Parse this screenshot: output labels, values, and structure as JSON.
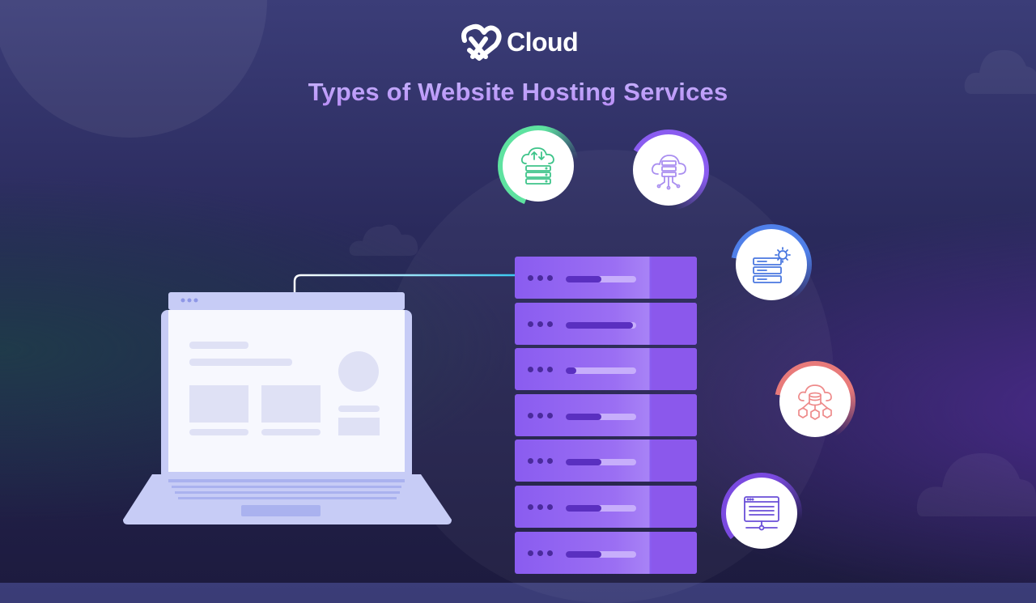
{
  "brand": {
    "logo_text": "Cloud",
    "logo_icon": "xcloud-logo-icon"
  },
  "title": "Types of Website Hosting Services",
  "hosting_icons": [
    {
      "icon": "cloud-upload-download-server-icon",
      "ring_color": "#5ee2a0",
      "glyph_color": "#3ec48a"
    },
    {
      "icon": "cloud-server-network-icon",
      "ring_color": "#8a5cf0",
      "glyph_color": "#a98ef0"
    },
    {
      "icon": "server-gear-icon",
      "ring_color": "#4f7fe8",
      "glyph_color": "#4a78e0"
    },
    {
      "icon": "cloud-database-distributed-icon",
      "ring_color": "#e87a7a",
      "glyph_color": "#ee8a8a"
    },
    {
      "icon": "web-server-network-icon",
      "ring_color": "#7a4ae0",
      "glyph_color": "#6a4fd8"
    }
  ],
  "server_units": [
    {
      "slot_fill": 0.5
    },
    {
      "slot_fill": 0.95
    },
    {
      "slot_fill": 0.15
    },
    {
      "slot_fill": 0.5
    },
    {
      "slot_fill": 0.5
    },
    {
      "slot_fill": 0.5
    },
    {
      "slot_fill": 0.5
    }
  ],
  "colors": {
    "server": "#8a5cf0",
    "laptop": "#c7ccf6",
    "connector": "#38c8f0"
  }
}
